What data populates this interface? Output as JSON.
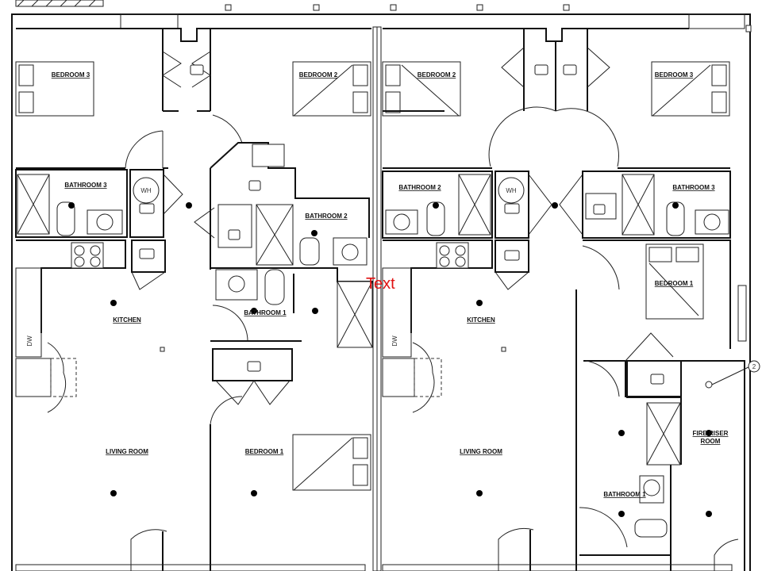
{
  "rooms": {
    "l_bedroom3": "BEDROOM 3",
    "l_bedroom2": "BEDROOM 2",
    "l_bathroom3": "BATHROOM 3",
    "l_bathroom2": "BATHROOM 2",
    "l_kitchen": "KITCHEN",
    "l_bathroom1": "BATHROOM 1",
    "l_living": "LIVING ROOM",
    "l_bedroom1": "BEDROOM 1",
    "r_bedroom2": "BEDROOM 2",
    "r_bedroom3": "BEDROOM 3",
    "r_bathroom2": "BATHROOM 2",
    "r_bathroom3": "BATHROOM 3",
    "r_bedroom1": "BEDROOM 1",
    "r_kitchen": "KITCHEN",
    "r_living": "LIVING ROOM",
    "r_bathroom1": "BATHROOM 1",
    "fire_riser_1": "FIRE RISER",
    "fire_riser_2": "ROOM"
  },
  "fixtures": {
    "wh": "WH",
    "dw": "DW"
  },
  "callout_number": "2",
  "overlay_text": "Text"
}
